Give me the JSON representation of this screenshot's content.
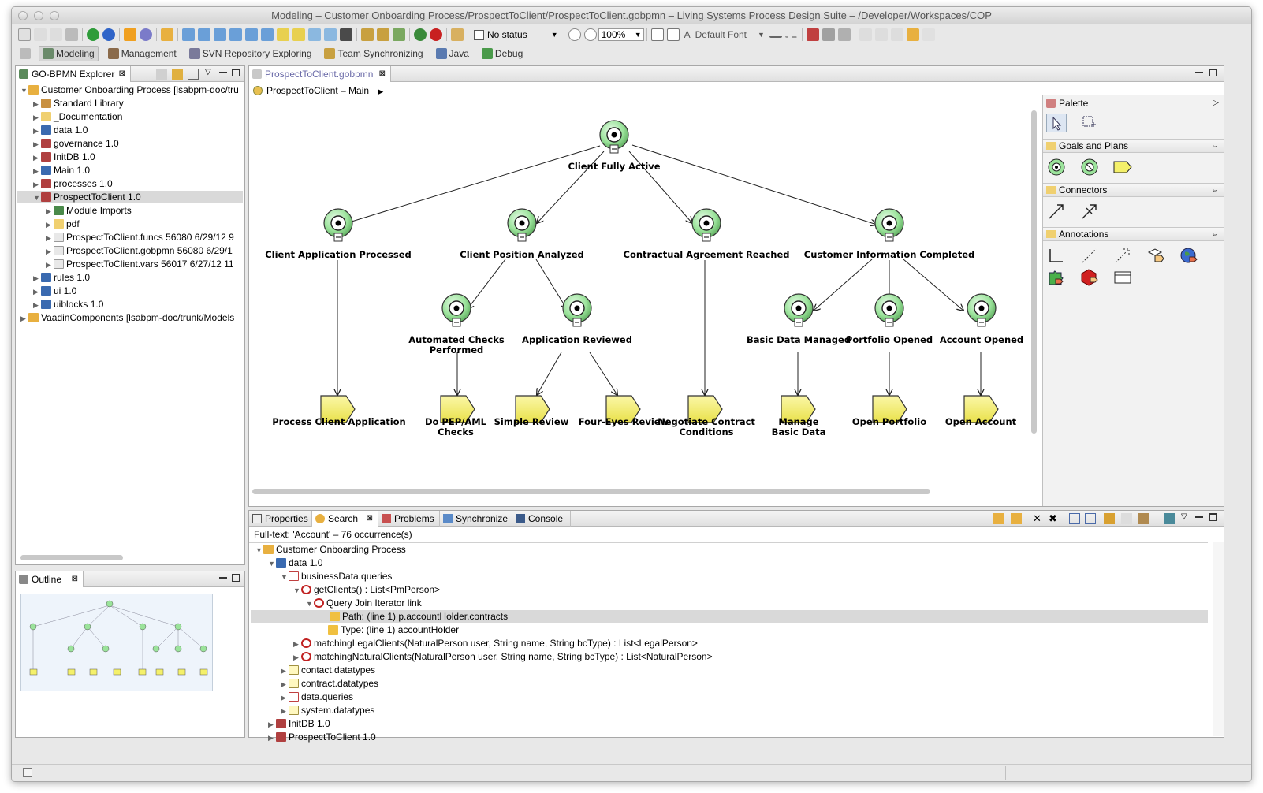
{
  "window": {
    "title": "Modeling – Customer Onboarding Process/ProspectToClient/ProspectToClient.gobpmn – Living Systems Process Design Suite – /Developer/Workspaces/COP"
  },
  "toolbar": {
    "status": "No status",
    "zoom": "100%",
    "font": "Default Font"
  },
  "perspectives": [
    "Modeling",
    "Management",
    "SVN Repository Exploring",
    "Team Synchronizing",
    "Java",
    "Debug"
  ],
  "explorer": {
    "title": "GO-BPMN Explorer",
    "items": [
      "Customer Onboarding Process [lsabpm-doc/tru",
      "Standard Library",
      "_Documentation",
      "data 1.0",
      "governance 1.0",
      "InitDB 1.0",
      "Main 1.0",
      "processes 1.0",
      "ProspectToClient 1.0",
      "Module Imports",
      "pdf",
      "ProspectToClient.funcs 56080  6/29/12 9",
      "ProspectToClient.gobpmn 56080  6/29/1",
      "ProspectToClient.vars 56017  6/27/12 11",
      "rules 1.0",
      "ui 1.0",
      "uiblocks 1.0",
      "VaadinComponents [lsabpm-doc/trunk/Models"
    ]
  },
  "outline": {
    "title": "Outline"
  },
  "editor": {
    "tab": "ProspectToClient.gobpmn",
    "breadcrumb": "ProspectToClient – Main"
  },
  "diagram": {
    "goals": [
      "Client Fully Active",
      "Client Application Processed",
      "Client Position Analyzed",
      "Contractual Agreement Reached",
      "Customer Information Completed",
      "Automated Checks",
      "Performed",
      "Application Reviewed",
      "Basic Data Managed",
      "Portfolio Opened",
      "Account Opened"
    ],
    "plans": [
      "Process Client Application",
      "Do PEP/AML",
      "Checks",
      "Simple Review",
      "Four-Eyes Review",
      "Negotiate Contract",
      "Conditions",
      "Manage",
      "Basic Data",
      "Open Portfolio",
      "Open Account"
    ]
  },
  "palette": {
    "title": "Palette",
    "sections": [
      "Goals and Plans",
      "Connectors",
      "Annotations"
    ]
  },
  "bottom": {
    "tabs": [
      "Properties",
      "Search",
      "Problems",
      "Synchronize",
      "Console"
    ],
    "summary": "Full-text: 'Account' – 76 occurrence(s)",
    "results": [
      "Customer Onboarding Process",
      "data 1.0",
      "businessData.queries",
      "getClients() : List<PmPerson>",
      "Query Join Iterator link",
      "Path: (line 1) p.accountHolder.contracts",
      "Type: (line 1) accountHolder",
      "matchingLegalClients(NaturalPerson user, String name, String bcType) : List<LegalPerson>",
      "matchingNaturalClients(NaturalPerson user, String name, String bcType) : List<NaturalPerson>",
      "contact.datatypes",
      "contract.datatypes",
      "data.queries",
      "system.datatypes",
      "InitDB 1.0",
      "ProspectToClient 1.0"
    ]
  },
  "colors": {
    "goal": "#9be39b",
    "plan": "#f4f06a",
    "selection": "#d9d9d9"
  }
}
